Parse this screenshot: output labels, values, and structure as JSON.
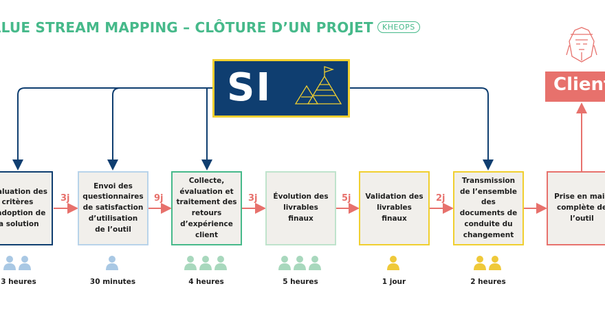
{
  "header": {
    "title": "ALUE STREAM MAPPING – CLÔTURE D’UN PROJET",
    "logo": "KHEOPS"
  },
  "system": {
    "label": "SI",
    "icon": "pyramid-icon"
  },
  "customer": {
    "label": "Client",
    "icon": "pharaoh-icon"
  },
  "steps": [
    {
      "label": "évaluation des critères d'adoption de la solution",
      "duration": "3 heures",
      "people": 2,
      "color": "#0f3e70"
    },
    {
      "label": "Envoi des questionnaires de satisfaction d’utilisation de l’outil",
      "duration": "30 minutes",
      "people": 1,
      "color": "#b8d3ea"
    },
    {
      "label": "Collecte, évaluation et traitement des retours d’expérience client",
      "duration": "4 heures",
      "people": 3,
      "color": "#46b98a"
    },
    {
      "label": "Évolution des livrables finaux",
      "duration": "5 heures",
      "people": 3,
      "color": "#bfe3cc"
    },
    {
      "label": "Validation des livrables finaux",
      "duration": "1 jour",
      "people": 1,
      "color": "#f0cf2f"
    },
    {
      "label": "Transmission de l’ensemble des documents de conduite du changement",
      "duration": "2 heures",
      "people": 2,
      "color": "#f0cf2f"
    },
    {
      "label": "Prise en main complète de l’outil",
      "duration": "",
      "people": 0,
      "color": "#e7716c"
    }
  ],
  "delays": [
    "3j",
    "9j",
    "3j",
    "5j",
    "2j"
  ],
  "colors": {
    "title": "#46b98a",
    "flow_line": "#0f3e70",
    "arrow": "#e7716c",
    "person_blue": "#a9c8e4",
    "person_green": "#a8d8bd",
    "person_yellow": "#efc93a"
  }
}
